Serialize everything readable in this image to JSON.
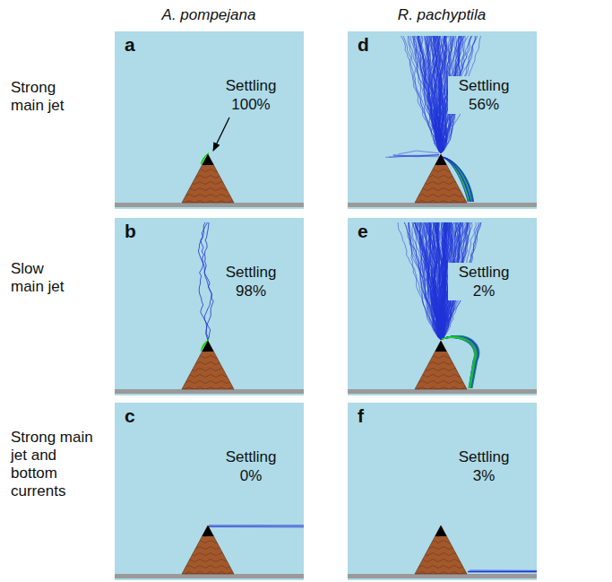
{
  "diagram": {
    "nodes": [
      {
        "text": [
          "a",
          "Settling 100%"
        ]
      },
      {
        "text": [
          "d",
          "Settling 56%"
        ]
      },
      {
        "text": [
          "b",
          "Settling 98%"
        ]
      },
      {
        "text": [
          "e",
          "Settling 2%"
        ]
      },
      {
        "text": [
          "c",
          "Settling 0%"
        ]
      },
      {
        "text": [
          "f",
          "Settling 3%"
        ]
      }
    ],
    "labels": [
      "A. pompejana",
      "R. pachyptila",
      "Strong main jet",
      "Slow main jet",
      "Strong main jet and bottom currents"
    ]
  }
}
